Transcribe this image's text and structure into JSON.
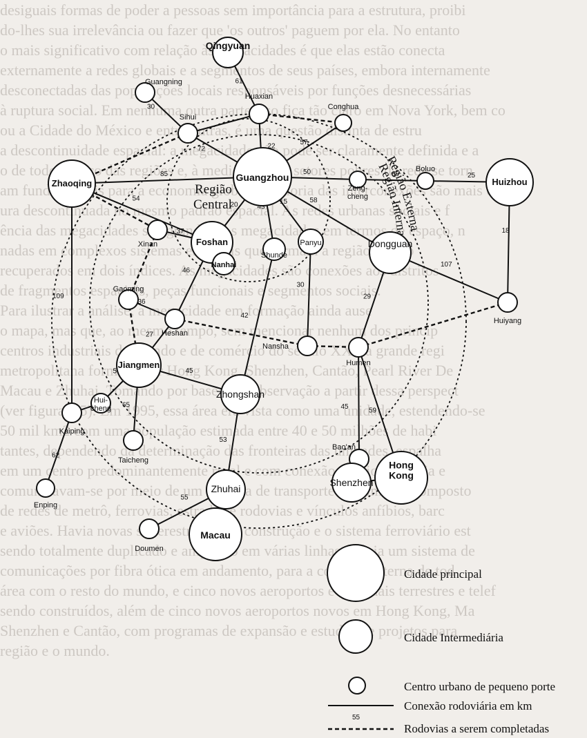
{
  "background_text": [
    "desiguais formas de poder a pessoas sem importância para a estrutura, proibi",
    "do-lhes sua irrelevância ou fazer que 'os outros' paguem por ela. No entanto",
    "o mais significativo com relação às megacidades é que elas estão conecta",
    "externamente a redes globais e a segmentos de seus países, embora internamente",
    "desconectadas das populações locais responsáveis por funções desnecessárias",
    "à ruptura social. Em nenhuma outra parte isso fica tão claro em Nova York, bem co",
    "ou a Cidade do México e entre outras, é uma questão distinta de estru",
    "a descontinuidade espacial: a megacidade não pode ser claramente definida e a",
    "o de todo espaço das regiões e, à medida que os setores pobres da rede se torn",
    "am fundamentais para a economia global, a maioria das interconexões são mais c",
    "ura descontinuada no mesmo padrão espacial. As redes urbanas sociais e f",
    "ência das megacidades são grandes. As megacidades em termos de espaço, n",
    "nadas em complexos sistemas espaciais que formam a região, por lo",
    "recuperados em dois índices. As megacidades são conexões aos distritos",
    "de fragmentos espaciais, peças funcionais e segmentos sociais.",
    "Para ilustrar a análise, a megacidade em formação ainda ause",
    "o mapa, mas que, ao mesmo tempo, sem mencionar nenhum dos princip",
    "centros industriais do mundo e de comércio do século XXI: a grande regi",
    "metropolitana formada por Hong Kong, Shenzhen, Cantão, Pearl River De",
    "Macau e Zhuhai. Tomando por base uma observação a partir dessa perspect",
    "(ver figura 6.5). Em 1995, essa área era vista como uma unidade, estendendo-se",
    "50 mil km2 com uma população estimada entre 40 e 50 milhões de habi",
    "tantes, dependendo da determinação das fronteiras das unidades, espalha",
    "em um centro predominantemente rural e com conexão funcional diária e",
    "comunicavam-se por meio de um sistema de transporte multimodal composto",
    "de redes de metrô, ferrovias, estradas e rodovias e vínculos anfíbios, barc",
    "e aviões. Havia novas superestradas em construção e o sistema ferroviário est",
    "sendo totalmente duplicado e ampliado em várias linhas. Havia um sistema de",
    "comunicações por fibra ótica em andamento, para a conexão interna de tod",
    "área com o resto do mundo, e cinco novos aeroportos e terminais terrestres e telef",
    "sendo construídos, além de cinco novos aeroportos novos em Hong Kong, Ma",
    "Shenzhen e Cantão, com programas de expansão e estudos de projetos para",
    "região e o mundo."
  ],
  "regions": {
    "central": "Região\nCentral",
    "internal": "Região Interna",
    "external": "Região Externa"
  },
  "colors": {
    "ink": "#111111",
    "fill": "#ffffff",
    "paper": "#f1eeea"
  },
  "cities": [
    {
      "id": "qingyuan",
      "name": "Qingyuan",
      "tier": "small"
    },
    {
      "id": "guangning",
      "name": "Guangning",
      "tier": "small"
    },
    {
      "id": "huaxian",
      "name": "Huaxian",
      "tier": "small"
    },
    {
      "id": "sihui",
      "name": "Sihui",
      "tier": "small"
    },
    {
      "id": "conghua",
      "name": "Conghua",
      "tier": "small"
    },
    {
      "id": "zhaoqing",
      "name": "Zhaoqing",
      "tier": "intermediate"
    },
    {
      "id": "guangzhou",
      "name": "Guangzhou",
      "tier": "main"
    },
    {
      "id": "boluo",
      "name": "Boluo",
      "tier": "small"
    },
    {
      "id": "huizhou",
      "name": "Huizhou",
      "tier": "intermediate"
    },
    {
      "id": "zengcheng",
      "name": "Zeng-\ncheng",
      "tier": "small"
    },
    {
      "id": "xinan",
      "name": "Xinan",
      "tier": "small"
    },
    {
      "id": "foshan",
      "name": "Foshan",
      "tier": "intermediate"
    },
    {
      "id": "nanhai",
      "name": "Nanhai",
      "tier": "small"
    },
    {
      "id": "shunde",
      "name": "Shunde",
      "tier": "small"
    },
    {
      "id": "panyu",
      "name": "Panyu",
      "tier": "small"
    },
    {
      "id": "dongguan",
      "name": "Dongguan",
      "tier": "intermediate"
    },
    {
      "id": "gaoming",
      "name": "Gaoming",
      "tier": "small"
    },
    {
      "id": "heshan",
      "name": "Heshan",
      "tier": "small"
    },
    {
      "id": "huiyang",
      "name": "Huiyang",
      "tier": "small"
    },
    {
      "id": "nansha",
      "name": "Nansha",
      "tier": "small"
    },
    {
      "id": "humen",
      "name": "Humen",
      "tier": "small"
    },
    {
      "id": "jiangmen",
      "name": "Jiangmen",
      "tier": "intermediate"
    },
    {
      "id": "zhongshan",
      "name": "Zhongshan",
      "tier": "intermediate"
    },
    {
      "id": "huicheng",
      "name": "Hui-\ncheng",
      "tier": "small"
    },
    {
      "id": "kaiping",
      "name": "Kaiping",
      "tier": "small"
    },
    {
      "id": "taicheng",
      "name": "Taicheng",
      "tier": "small"
    },
    {
      "id": "baoan",
      "name": "Bao'an",
      "tier": "small"
    },
    {
      "id": "shenzhen",
      "name": "Shenzhen",
      "tier": "intermediate"
    },
    {
      "id": "hongkong",
      "name": "Hong\nKong",
      "tier": "main"
    },
    {
      "id": "enping",
      "name": "Enping",
      "tier": "small"
    },
    {
      "id": "zhuhai",
      "name": "Zhuhai",
      "tier": "intermediate"
    },
    {
      "id": "doumen",
      "name": "Doumen",
      "tier": "small"
    },
    {
      "id": "macau",
      "name": "Macau",
      "tier": "intermediate"
    }
  ],
  "roads": [
    {
      "from": "qingyuan",
      "to": "huaxian",
      "km": "61"
    },
    {
      "from": "guangning",
      "to": "sihui",
      "km": "30"
    },
    {
      "from": "sihui",
      "to": "huaxian",
      "km": ""
    },
    {
      "from": "sihui",
      "to": "guangzhou",
      "km": "72"
    },
    {
      "from": "huaxian",
      "to": "guangzhou",
      "km": "22"
    },
    {
      "from": "conghua",
      "to": "guangzhou",
      "km": "57"
    },
    {
      "from": "zhaoqing",
      "to": "guangzhou",
      "km": "85"
    },
    {
      "from": "zhaoqing",
      "to": "foshan",
      "km": "54"
    },
    {
      "from": "guangzhou",
      "to": "zengcheng",
      "km": "50"
    },
    {
      "from": "zengcheng",
      "to": "boluo",
      "km": "60"
    },
    {
      "from": "boluo",
      "to": "huizhou",
      "km": "25"
    },
    {
      "from": "guangzhou",
      "to": "foshan",
      "km": "20"
    },
    {
      "from": "guangzhou",
      "to": "shunde",
      "km": "43"
    },
    {
      "from": "guangzhou",
      "to": "panyu",
      "km": "15"
    },
    {
      "from": "guangzhou",
      "to": "dongguan",
      "km": "58"
    },
    {
      "from": "xinan",
      "to": "foshan",
      "km": "37"
    },
    {
      "from": "foshan",
      "to": "heshan",
      "km": "46"
    },
    {
      "from": "zhaoqing",
      "to": "kaiping",
      "km": "109"
    },
    {
      "from": "heshan",
      "to": "jiangmen",
      "km": "27"
    },
    {
      "from": "gaoming",
      "to": "heshan",
      "km": "36"
    },
    {
      "from": "shunde",
      "to": "zhongshan",
      "km": "42"
    },
    {
      "from": "panyu",
      "to": "nansha",
      "km": "30"
    },
    {
      "from": "dongguan",
      "to": "humen",
      "km": "29"
    },
    {
      "from": "dongguan",
      "to": "huiyang",
      "km": "107"
    },
    {
      "from": "huizhou",
      "to": "huiyang",
      "km": "18"
    },
    {
      "from": "jiangmen",
      "to": "zhongshan",
      "km": "45"
    },
    {
      "from": "jiangmen",
      "to": "huicheng",
      "km": "58"
    },
    {
      "from": "huicheng",
      "to": "kaiping",
      "km": ""
    },
    {
      "from": "jiangmen",
      "to": "taicheng",
      "km": "65"
    },
    {
      "from": "kaiping",
      "to": "enping",
      "km": "62"
    },
    {
      "from": "zhongshan",
      "to": "zhuhai",
      "km": "53"
    },
    {
      "from": "humen",
      "to": "baoan",
      "km": "45"
    },
    {
      "from": "baoan",
      "to": "shenzhen",
      "km": ""
    },
    {
      "from": "shenzhen",
      "to": "hongkong",
      "km": ""
    },
    {
      "from": "humen",
      "to": "hongkong",
      "km": "59"
    },
    {
      "from": "zhuhai",
      "to": "macau",
      "km": ""
    },
    {
      "from": "zhuhai",
      "to": "doumen",
      "km": "55"
    }
  ],
  "planned_roads": [
    {
      "from": "sihui",
      "to": "zhaoqing"
    },
    {
      "from": "huaxian",
      "to": "conghua"
    },
    {
      "from": "zhaoqing",
      "to": "xinan"
    },
    {
      "from": "xinan",
      "to": "gaoming"
    },
    {
      "from": "gaoming",
      "to": "jiangmen"
    },
    {
      "from": "heshan",
      "to": "nansha"
    },
    {
      "from": "nansha",
      "to": "humen"
    },
    {
      "from": "humen",
      "to": "huiyang"
    }
  ],
  "legend": {
    "main_city": "Cidade principal",
    "intermediate_city": "Cidade Intermediária",
    "small_center": "Centro urbano de pequeno porte",
    "road": "Conexão rodoviária em km",
    "road_sample_km": "55",
    "planned": "Rodovias a serem completadas"
  }
}
